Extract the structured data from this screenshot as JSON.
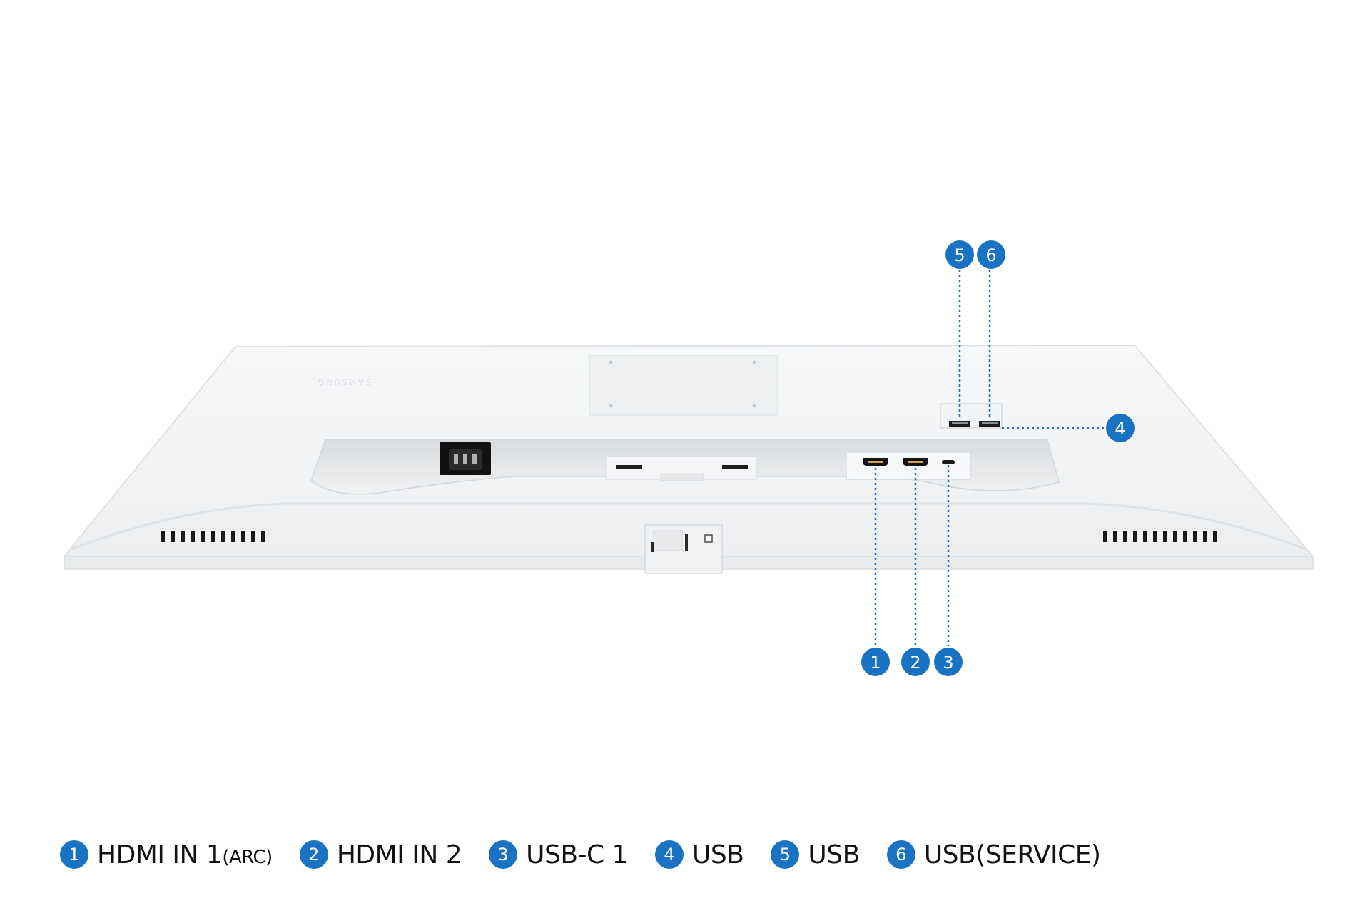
{
  "image": {
    "subject": "Monitor rear panel ports",
    "background_color": "#ffffff",
    "body_color": "#f3f4f5",
    "accent_color": "#1a73c2",
    "brand_mark": "SAMSUNG"
  },
  "callouts": [
    {
      "number": "1",
      "target": "hdmi-port-1"
    },
    {
      "number": "2",
      "target": "hdmi-port-2"
    },
    {
      "number": "3",
      "target": "usb-c-port"
    },
    {
      "number": "4",
      "target": "usb-port-side"
    },
    {
      "number": "5",
      "target": "usb-port-top"
    },
    {
      "number": "6",
      "target": "usb-service-port"
    }
  ],
  "legend": [
    {
      "number": "1",
      "label": "HDMI IN 1",
      "suffix": "(ARC)"
    },
    {
      "number": "2",
      "label": "HDMI IN 2",
      "suffix": ""
    },
    {
      "number": "3",
      "label": "USB-C 1",
      "suffix": ""
    },
    {
      "number": "4",
      "label": "USB",
      "suffix": ""
    },
    {
      "number": "5",
      "label": "USB",
      "suffix": ""
    },
    {
      "number": "6",
      "label": "USB(SERVICE)",
      "suffix": ""
    }
  ]
}
